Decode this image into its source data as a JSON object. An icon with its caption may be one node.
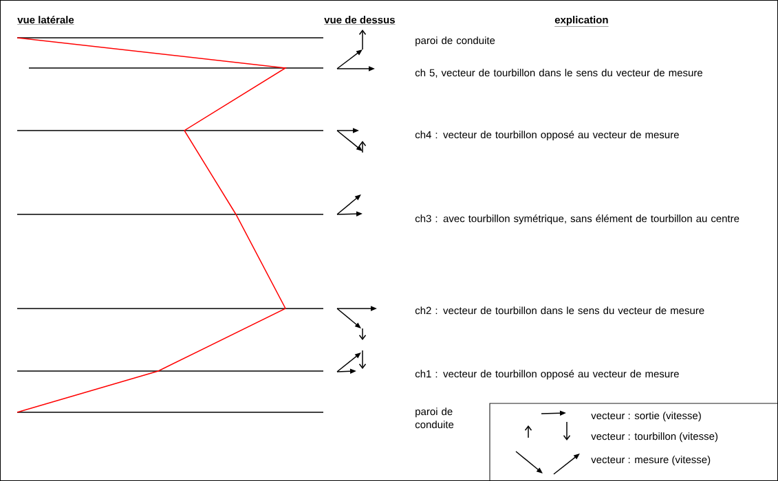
{
  "diagram": {
    "labels": [
      "vue latérale",
      "vue de dessus",
      "explication",
      "paroi de conduite",
      "ch 5, vecteur de tourbillon dans le sens du vecteur de mesure",
      "ch4 : vecteur de tourbillon opposé au vecteur de mesure",
      "ch3 : avec tourbillon symétrique, sans élément de tourbillon au centre",
      "ch2 : vecteur de tourbillon dans le sens du vecteur de mesure",
      "ch1 : vecteur de tourbillon opposé au vecteur de mesure",
      "paroi de conduite"
    ],
    "legend": [
      {
        "text": "vecteur : sortie (vitesse)"
      },
      {
        "text": "vecteur : tourbillon (vitesse)"
      },
      {
        "text": "vecteur : mesure (vitesse)"
      }
    ]
  }
}
